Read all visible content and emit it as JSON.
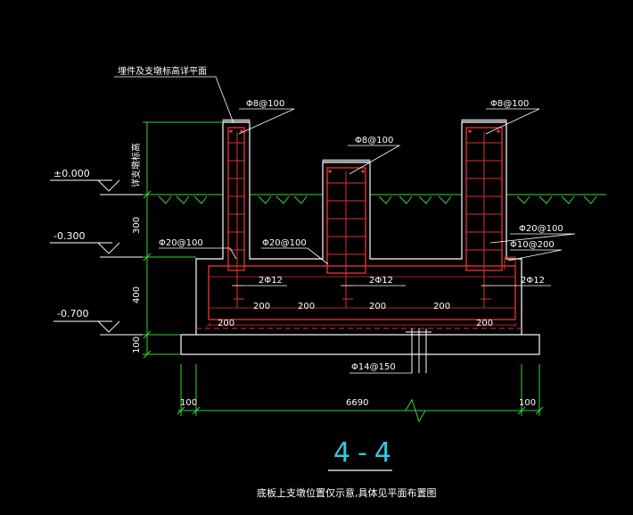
{
  "labels": {
    "embed_note": "埋件及支墩标高详平面",
    "vertical_note": "详支墩标高",
    "rebar_top_left": "Φ8@100",
    "rebar_top_mid": "Φ8@100",
    "rebar_top_right": "Φ8@100",
    "rebar_left_side": "Φ20@100",
    "rebar_mid_side": "Φ20@100",
    "rebar_right_side": "Φ20@100",
    "rebar_right_stirrup": "Φ10@200",
    "beam_bar_1": "2Φ12",
    "beam_bar_2": "2Φ12",
    "beam_bar_3": "2Φ12",
    "base_rebar": "Φ14@150"
  },
  "elevations": [
    "±0.000",
    "-0.300",
    "-0.700"
  ],
  "dims_left": [
    "300",
    "400",
    "100"
  ],
  "dims_inner": [
    "200",
    "200",
    "200",
    "200",
    "200",
    "200"
  ],
  "dims_bottom": [
    "100",
    "6690",
    "100"
  ],
  "section_title": "4-4",
  "caption": "底板上支墩位置仅示意,具体见平面布置图",
  "colors": {
    "background": "#000000",
    "concrete": "#ffffff",
    "rebar": "#e03030",
    "dimension": "#35d835",
    "title": "#36c8e0"
  }
}
